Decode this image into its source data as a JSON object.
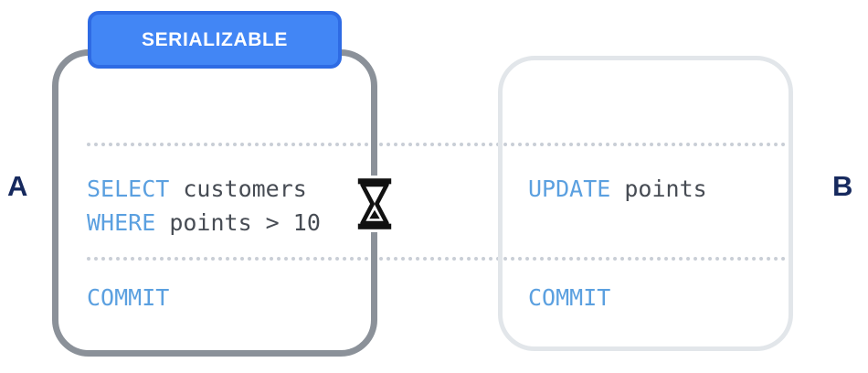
{
  "diagram": {
    "description": "Two concurrent database transactions under the SERIALIZABLE isolation level; transaction A is blocked (waiting) while transaction B updates"
  },
  "colors": {
    "badge_fill": "#4286f5",
    "badge_border": "#2e6be4",
    "keyword_blue": "#5ba0e0",
    "code_text": "#474c54",
    "label_navy": "#16295e",
    "box_a_border": "#8b9199",
    "box_b_border": "#e2e6ea",
    "dotted_line": "#c9ced6"
  },
  "badge": {
    "label": "SERIALIZABLE"
  },
  "labels": {
    "left": "A",
    "right": "B"
  },
  "transaction_a": {
    "select_keyword": "SELECT",
    "select_rest": " customers",
    "where_keyword": "WHERE",
    "where_rest": " points > 10",
    "commit": "COMMIT"
  },
  "transaction_b": {
    "update_keyword": "UPDATE",
    "update_rest": " points",
    "commit": "COMMIT"
  },
  "icons": {
    "hourglass": "waiting / blocked"
  }
}
